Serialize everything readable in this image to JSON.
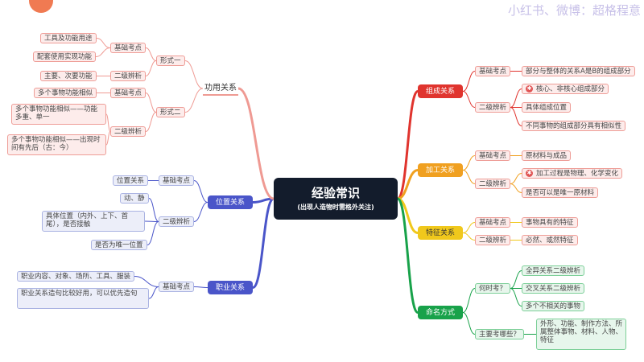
{
  "watermark": "小红书、微博：超格程意",
  "center": {
    "title": "经验常识",
    "subtitle": "(出现人造物时需格外关注)"
  },
  "left": {
    "func": {
      "title": "功用关系",
      "form1": {
        "label": "形式一",
        "kaodian": "基础考点",
        "kd_items": [
          "工具及功能用途",
          "配套使用实现功能"
        ],
        "bianxi": "二级辨析",
        "bx_items": [
          "主要、次要功能"
        ]
      },
      "form2": {
        "label": "形式二",
        "kaodian": "基础考点",
        "kd_items": [
          "多个事物功能相似"
        ],
        "bianxi": "二级辨析",
        "bx_items": [
          "多个事物功能相似——功能多重、单一",
          "多个事物功能相似——出现时间有先后（古：今）"
        ]
      }
    },
    "position": {
      "title": "位置关系",
      "kaodian": "基础考点",
      "kd_items": [
        "位置关系"
      ],
      "bianxi": "二级辨析",
      "bx_items": [
        "动、静",
        "具体位置（内外、上下、首尾），是否接触",
        "是否为唯一位置"
      ]
    },
    "job": {
      "title": "职业关系",
      "kaodian": "基础考点",
      "items": [
        "职业内容、对象、场所、工具、服装",
        "职业关系造句比较好用，可以优先造句"
      ]
    }
  },
  "right": {
    "compose": {
      "title": "组成关系",
      "kaodian": "基础考点",
      "kd_items": [
        "部分与整体的关系A是B的组成部分"
      ],
      "bianxi": "二级辨析",
      "bx_items": [
        "核心、非核心组成部分",
        "具体组成位置",
        "不同事物的组成部分具有相似性"
      ]
    },
    "process": {
      "title": "加工关系",
      "kaodian": "基础考点",
      "kd_items": [
        "原材料与成品"
      ],
      "bianxi": "二级辨析",
      "bx_items": [
        "加工过程是物理、化学变化",
        "是否可以是唯一原材料"
      ]
    },
    "feature": {
      "title": "特征关系",
      "kaodian": "基础考点",
      "kd_items": [
        "事物具有的特征"
      ],
      "bianxi": "二级辨析",
      "bx_items": [
        "必然、或然特征"
      ]
    },
    "naming": {
      "title": "命名方式",
      "when": "何时考？",
      "when_items": [
        "全异关系二级辨析",
        "交叉关系二级辨析",
        "多个不相关的事物"
      ],
      "what": "主要考哪些？",
      "what_items": [
        "外形、功能、制作方法、所属整体事物、材料、人物、特征"
      ]
    }
  },
  "colors": {
    "compose": "#e0342e",
    "process": "#f0a020",
    "feature": "#f0c81c",
    "naming": "#18a24a",
    "position": "#4a55c9",
    "job": "#4a55c9",
    "func": "#ef9a93",
    "center": "#131c2c"
  }
}
